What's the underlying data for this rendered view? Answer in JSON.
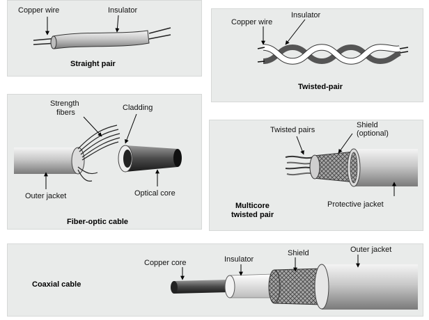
{
  "straight_pair": {
    "title": "Straight pair",
    "labels": {
      "copper_wire": "Copper wire",
      "insulator": "Insulator"
    }
  },
  "twisted_pair": {
    "title": "Twisted-pair",
    "labels": {
      "copper_wire": "Copper wire",
      "insulator": "Insulator"
    }
  },
  "fiber_optic": {
    "title": "Fiber-optic cable",
    "labels": {
      "strength_fibers_1": "Strength",
      "strength_fibers_2": "fibers",
      "cladding": "Cladding",
      "outer_jacket": "Outer jacket",
      "optical_core": "Optical core"
    }
  },
  "multicore": {
    "title_1": "Multicore",
    "title_2": "twisted pair",
    "labels": {
      "twisted_pairs": "Twisted pairs",
      "shield_1": "Shield",
      "shield_2": "(optional)",
      "protective_jacket": "Protective jacket"
    }
  },
  "coaxial": {
    "title": "Coaxial cable",
    "labels": {
      "copper_core": "Copper core",
      "insulator": "Insulator",
      "shield": "Shield",
      "outer_jacket": "Outer jacket"
    }
  }
}
